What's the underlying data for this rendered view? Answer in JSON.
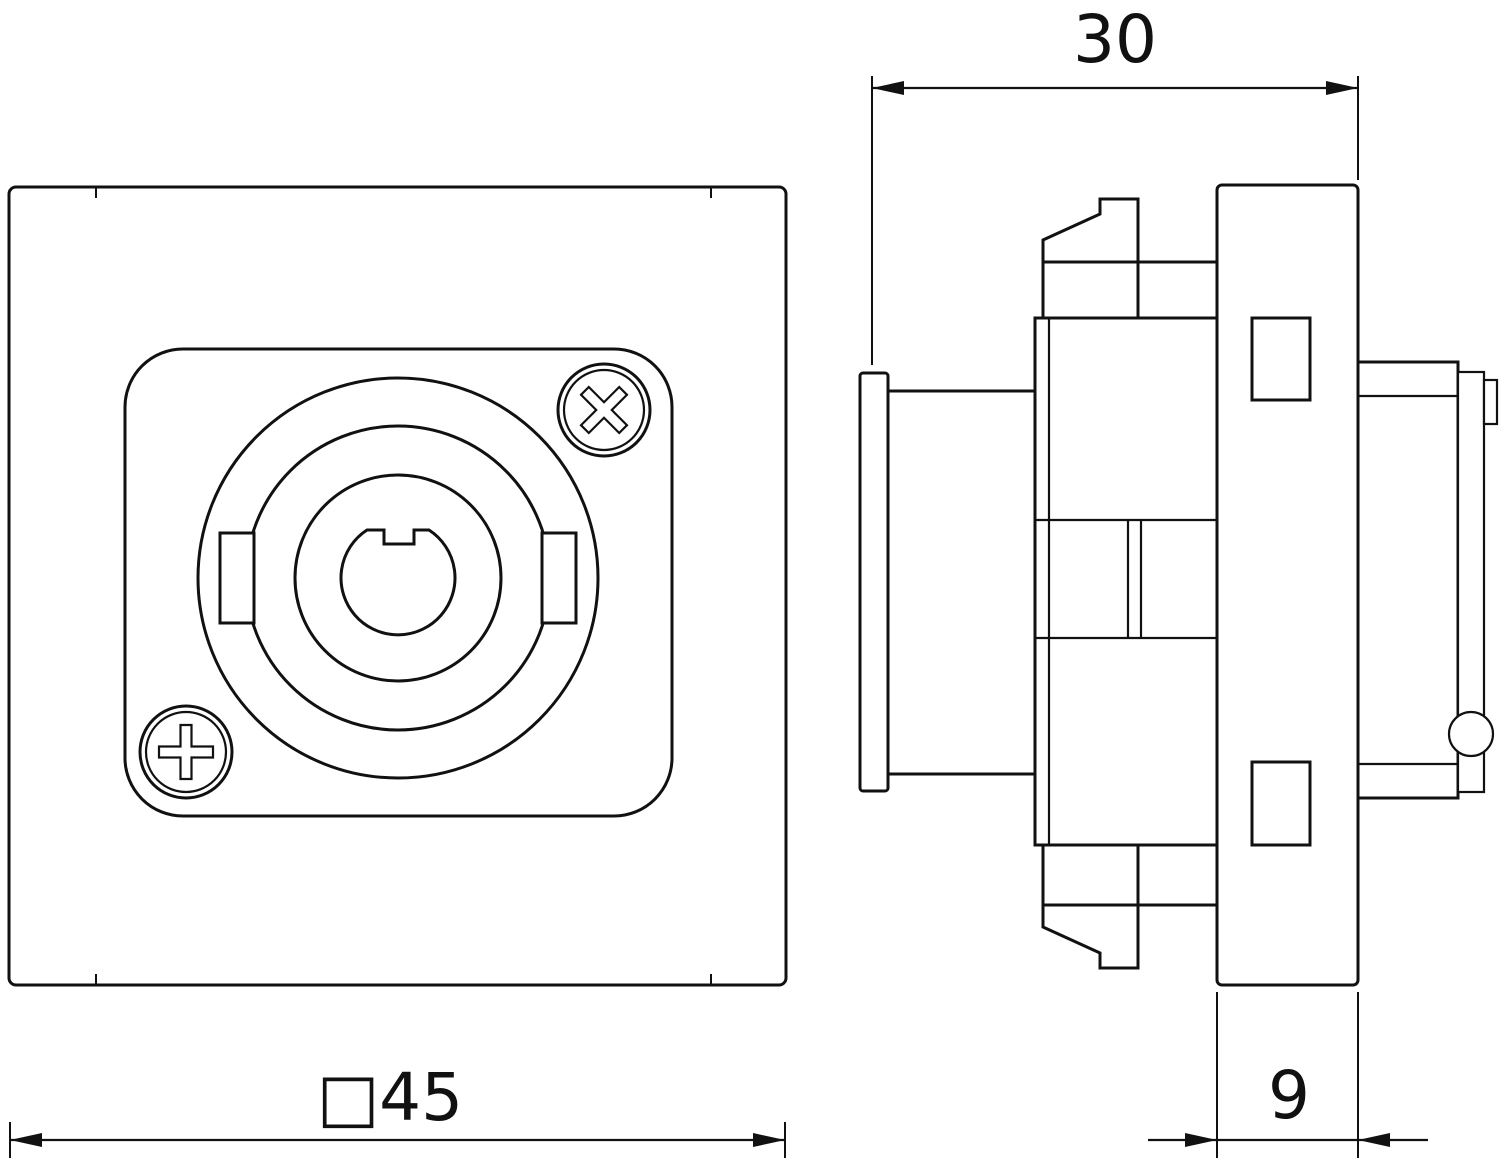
{
  "page": {
    "background": "#ffffff",
    "line_color": "#111111",
    "kind": "technical dimension drawing, front and side view of 45x45 module connector"
  },
  "dimensions": {
    "depth_overall": "30",
    "front_width": "□45",
    "plate_depth": "9"
  }
}
